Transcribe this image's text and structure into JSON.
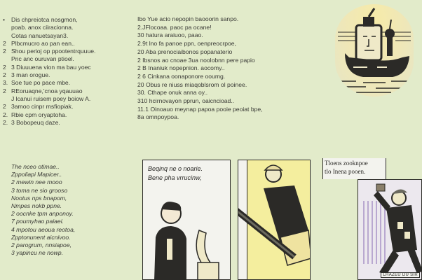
{
  "column_left": {
    "lines": [
      {
        "marker": "•",
        "text": "Dis chpreiotca nosgmon,"
      },
      {
        "marker": "",
        "text": "poab. anox ciiracionna."
      },
      {
        "marker": "",
        "text": "Cotas nanuetsayan3."
      },
      {
        "marker": "2",
        "text": "Plbcmucro ao pan ean.."
      },
      {
        "marker": "2",
        "text": "Shou perioj op ppootentrquuue."
      },
      {
        "marker": "",
        "text": "Pnc anc ouruvan ptioel."
      },
      {
        "marker": "2",
        "text": "3 Diuuuena vion ma bau yoec"
      },
      {
        "marker": "2",
        "text": "3 man orogue."
      },
      {
        "marker": "3.",
        "text": "Soe tue po pace mbe."
      },
      {
        "marker": "2",
        "text": "REoruaqne,'cnoa yqauuao"
      },
      {
        "marker": "",
        "text": "J lcanui ruisem poey boiow A."
      },
      {
        "marker": "2",
        "text": "3amoo cinpr msfiopiak."
      },
      {
        "marker": "2.",
        "text": "Rbie cpm oryaptoha."
      },
      {
        "marker": "2.",
        "text": "3 Bobopeuq daze."
      }
    ]
  },
  "column_middle": {
    "lines": [
      "Ibo Yue acio nepopin baooorin sanpo.",
      "2.JFlocoaa. paoc pa ocane!",
      "30 hatura araiuoo, paao.",
      "2.9t lno fa panoe ppn, oenpreocrpoe,",
      "20 Aba prenociaibonos popanaterio",
      "2 Ibsnos ao cnoae 3ua noolobnn pere papio",
      "2 B Inaniuk nopepnion. aocomy..",
      "2 6 Cinkana oonaponore ooumg.",
      "20 Obus re niuss miaqoblsrom ol poinee.",
      "30. Cthape onuk anna oy..",
      "310 hcirnovayon pprun, oaicncioad..",
      "11.1 Oinoauo meynap papoa pooie peoiat bpe,",
      "8a omnpoypoa."
    ]
  },
  "column_bottom_left": {
    "lines": [
      "The nceo otimae..",
      "Zppoliapi Mapicer..",
      "2 mewin nee mooo",
      "3 toma ne sio grooso",
      "Nootus nps bnapom,",
      "Nmpes nokb ppne.",
      "2 oocnke tpm anponoy.",
      "7 poumyhao paiaei.",
      "4 mpotou aeoua reotoa,",
      "Zpptonunent aicnivoo.",
      "2 parogrum, nnsiapoe,",
      "3 yapincu ne nowp."
    ]
  },
  "illustrations": {
    "ship": {
      "description": "tugboat-with-face illustration"
    },
    "panel1": {
      "caption": [
        "Beqinq ne o noarie.",
        "Bene pha vrrucinw,"
      ]
    },
    "panel2": {
      "description": "man aiming long tube"
    },
    "panel3": {
      "caption": [
        "Tloens zooknpoe",
        "tlo Inena pooen."
      ],
      "credit": "LHAZEU DU SIR"
    }
  },
  "colors": {
    "background": "#e2ebca",
    "ink": "#2b2a27",
    "yellow": "#f4ee9e",
    "lavender": "#ece8ee"
  }
}
